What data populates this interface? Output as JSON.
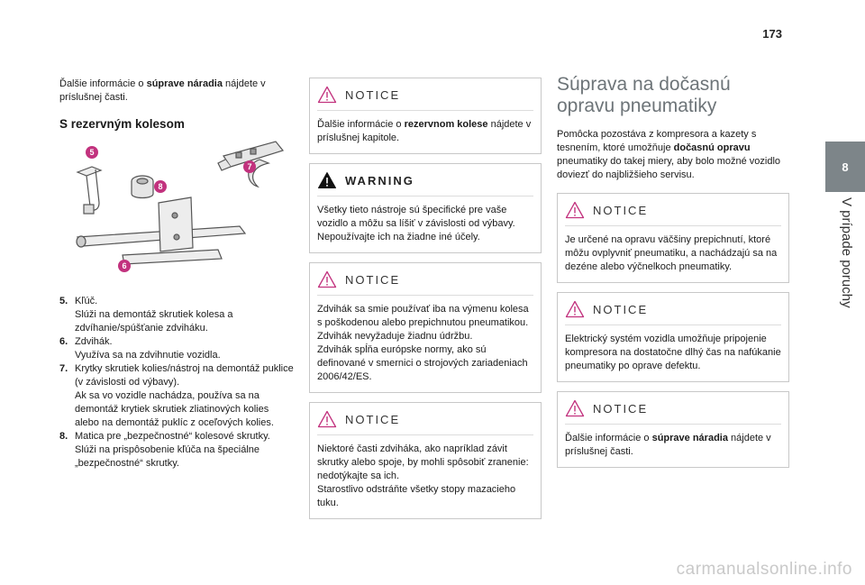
{
  "page_number": "173",
  "side_tab": {
    "number": "8",
    "label": "V prípade poruchy"
  },
  "col1": {
    "intro_pre": "Ďalšie informácie o ",
    "intro_bold": "súprave náradia",
    "intro_post": " nájdete v príslušnej časti.",
    "heading": "S rezervným kolesom",
    "callouts": [
      "5",
      "8",
      "7",
      "6"
    ],
    "items": [
      {
        "num": "5.",
        "title": "Kľúč.",
        "text": "Slúži na demontáž skrutiek kolesa a zdvíhanie/spúšťanie zdviháku."
      },
      {
        "num": "6.",
        "title": "Zdvihák.",
        "text": "Využíva sa na zdvihnutie vozidla."
      },
      {
        "num": "7.",
        "title": "Krytky skrutiek kolies/nástroj na demontáž puklice (v závislosti od výbavy).",
        "text": "Ak sa vo vozidle nachádza, používa sa na demontáž krytiek skrutiek zliatinových kolies alebo na demontáž puklíc z oceľových kolies."
      },
      {
        "num": "8.",
        "title": "Matica pre „bezpečnostné“ kolesové skrutky.",
        "text": "Slúži na prispôsobenie kľúča na špeciálne „bezpečnostné“ skrutky."
      }
    ]
  },
  "col2": {
    "notice1": {
      "title": "NOTICE",
      "pre": "Ďalšie informácie o ",
      "bold": "rezervnom kolese",
      "post": " nájdete v príslušnej kapitole."
    },
    "warning": {
      "title": "WARNING",
      "text": "Všetky tieto nástroje sú špecifické pre vaše vozidlo a môžu sa líšiť v závislosti od výbavy. Nepoužívajte ich na žiadne iné účely."
    },
    "notice2": {
      "title": "NOTICE",
      "lines": [
        "Zdvihák sa smie používať iba na výmenu kolesa s poškodenou alebo prepichnutou pneumatikou.",
        "Zdvihák nevyžaduje žiadnu údržbu.",
        "Zdvihák spĺňa európske normy, ako sú definované v smernici o strojových zariadeniach 2006/42/ES."
      ]
    },
    "notice3": {
      "title": "NOTICE",
      "lines": [
        "Niektoré časti zdviháka, ako napríklad závit skrutky alebo spoje, by mohli spôsobiť zranenie: nedotýkajte sa ich.",
        "Starostlivo odstráňte všetky stopy mazacieho tuku."
      ]
    }
  },
  "col3": {
    "title": "Súprava na dočasnú opravu pneumatiky",
    "intro_pre": "Pomôcka pozostáva z kompresora a kazety s tesnením, ktoré umožňuje ",
    "intro_bold": "dočasnú opravu",
    "intro_post": " pneumatiky do takej miery, aby bolo možné vozidlo doviezť do najbližšieho servisu.",
    "notice1": {
      "title": "NOTICE",
      "text": "Je určené na opravu väčšiny prepichnutí, ktoré môžu ovplyvniť pneumatiku, a nachádzajú sa na dezéne alebo výčnelkoch pneumatiky."
    },
    "notice2": {
      "title": "NOTICE",
      "text": "Elektrický systém vozidla umožňuje pripojenie kompresora na dostatočne dlhý čas na nafúkanie pneumatiky po oprave defektu."
    },
    "notice3": {
      "title": "NOTICE",
      "pre": "Ďalšie informácie o ",
      "bold": "súprave náradia",
      "post": " nájdete v príslušnej časti."
    }
  },
  "colors": {
    "accent": "#c2327e",
    "tab_bg": "#7d8589",
    "title_gray": "#6d7478"
  },
  "watermark": "carmanualsonline.info"
}
